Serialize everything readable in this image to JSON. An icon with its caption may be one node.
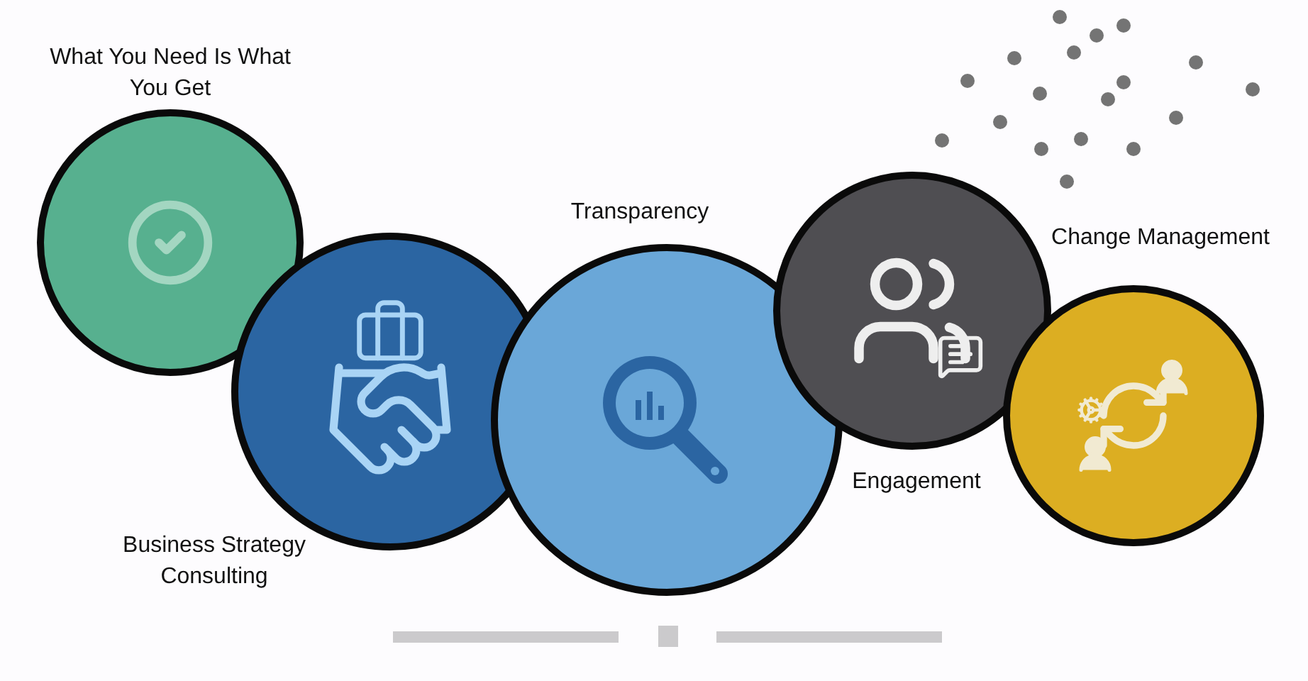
{
  "diagram": {
    "nodes": [
      {
        "text": [
          "What You Need Is What You Get"
        ]
      },
      {
        "text": [
          "Business Strategy Consulting"
        ]
      },
      {
        "text": [
          "Transparency"
        ]
      },
      {
        "text": [
          "Engagement"
        ]
      },
      {
        "text": [
          "Change Management"
        ]
      }
    ]
  }
}
